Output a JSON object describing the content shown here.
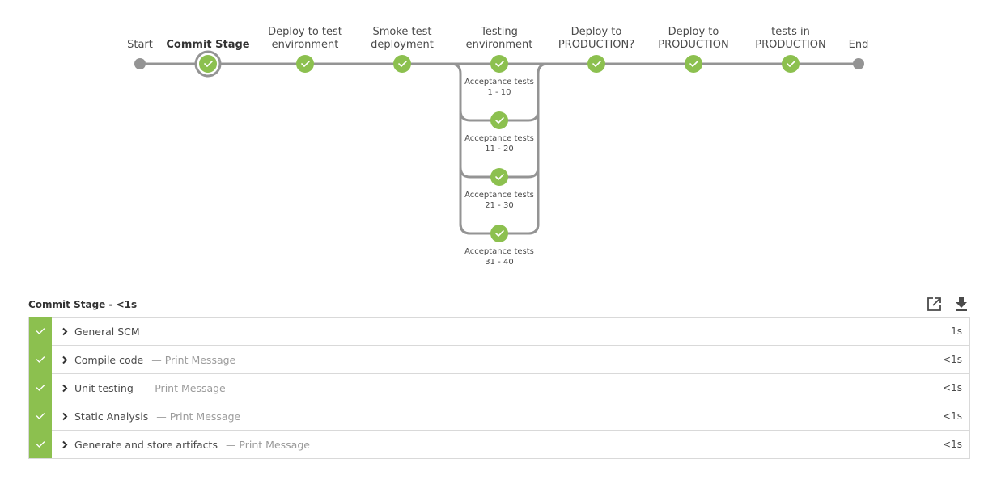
{
  "pipeline": {
    "start_label": "Start",
    "end_label": "End",
    "stages": [
      {
        "id": "commit-stage",
        "lines": [
          "Commit Stage"
        ],
        "status": "success",
        "selected": true
      },
      {
        "id": "deploy-to-test-environment",
        "lines": [
          "Deploy to test",
          "environment"
        ],
        "status": "success",
        "selected": false
      },
      {
        "id": "smoke-test-deployment",
        "lines": [
          "Smoke test",
          "deployment"
        ],
        "status": "success",
        "selected": false
      },
      {
        "id": "testing-environment",
        "lines": [
          "Testing",
          "environment"
        ],
        "status": "success",
        "selected": false,
        "parallel": [
          {
            "id": "acceptance-tests-1-10",
            "lines": [
              "Acceptance tests",
              "1 - 10"
            ]
          },
          {
            "id": "acceptance-tests-11-20",
            "lines": [
              "Acceptance tests",
              "11 - 20"
            ]
          },
          {
            "id": "acceptance-tests-21-30",
            "lines": [
              "Acceptance tests",
              "21 - 30"
            ]
          },
          {
            "id": "acceptance-tests-31-40",
            "lines": [
              "Acceptance tests",
              "31 - 40"
            ]
          }
        ]
      },
      {
        "id": "deploy-to-production-question",
        "lines": [
          "Deploy to",
          "PRODUCTION?"
        ],
        "status": "success",
        "selected": false
      },
      {
        "id": "deploy-to-production",
        "lines": [
          "Deploy to",
          "PRODUCTION"
        ],
        "status": "success",
        "selected": false
      },
      {
        "id": "tests-in-production",
        "lines": [
          "tests in",
          "PRODUCTION"
        ],
        "status": "success",
        "selected": false
      }
    ]
  },
  "steps_panel": {
    "title": "Commit Stage - <1s",
    "open_icon": "open-in-new-window-icon",
    "download_icon": "download-icon",
    "steps": [
      {
        "name": "General SCM",
        "description": "",
        "duration": "1s",
        "status": "success"
      },
      {
        "name": "Compile code",
        "description": "— Print Message",
        "duration": "<1s",
        "status": "success"
      },
      {
        "name": "Unit testing",
        "description": "— Print Message",
        "duration": "<1s",
        "status": "success"
      },
      {
        "name": "Static Analysis",
        "description": "— Print Message",
        "duration": "<1s",
        "status": "success"
      },
      {
        "name": "Generate and store artifacts",
        "description": "— Print Message",
        "duration": "<1s",
        "status": "success"
      }
    ]
  },
  "colors": {
    "success": "#8cc04f",
    "connector": "#949494",
    "selected_ring": "#949494",
    "text": "#4a4a4a",
    "muted_text": "#9b9b9b",
    "border": "#d9d9d9"
  }
}
